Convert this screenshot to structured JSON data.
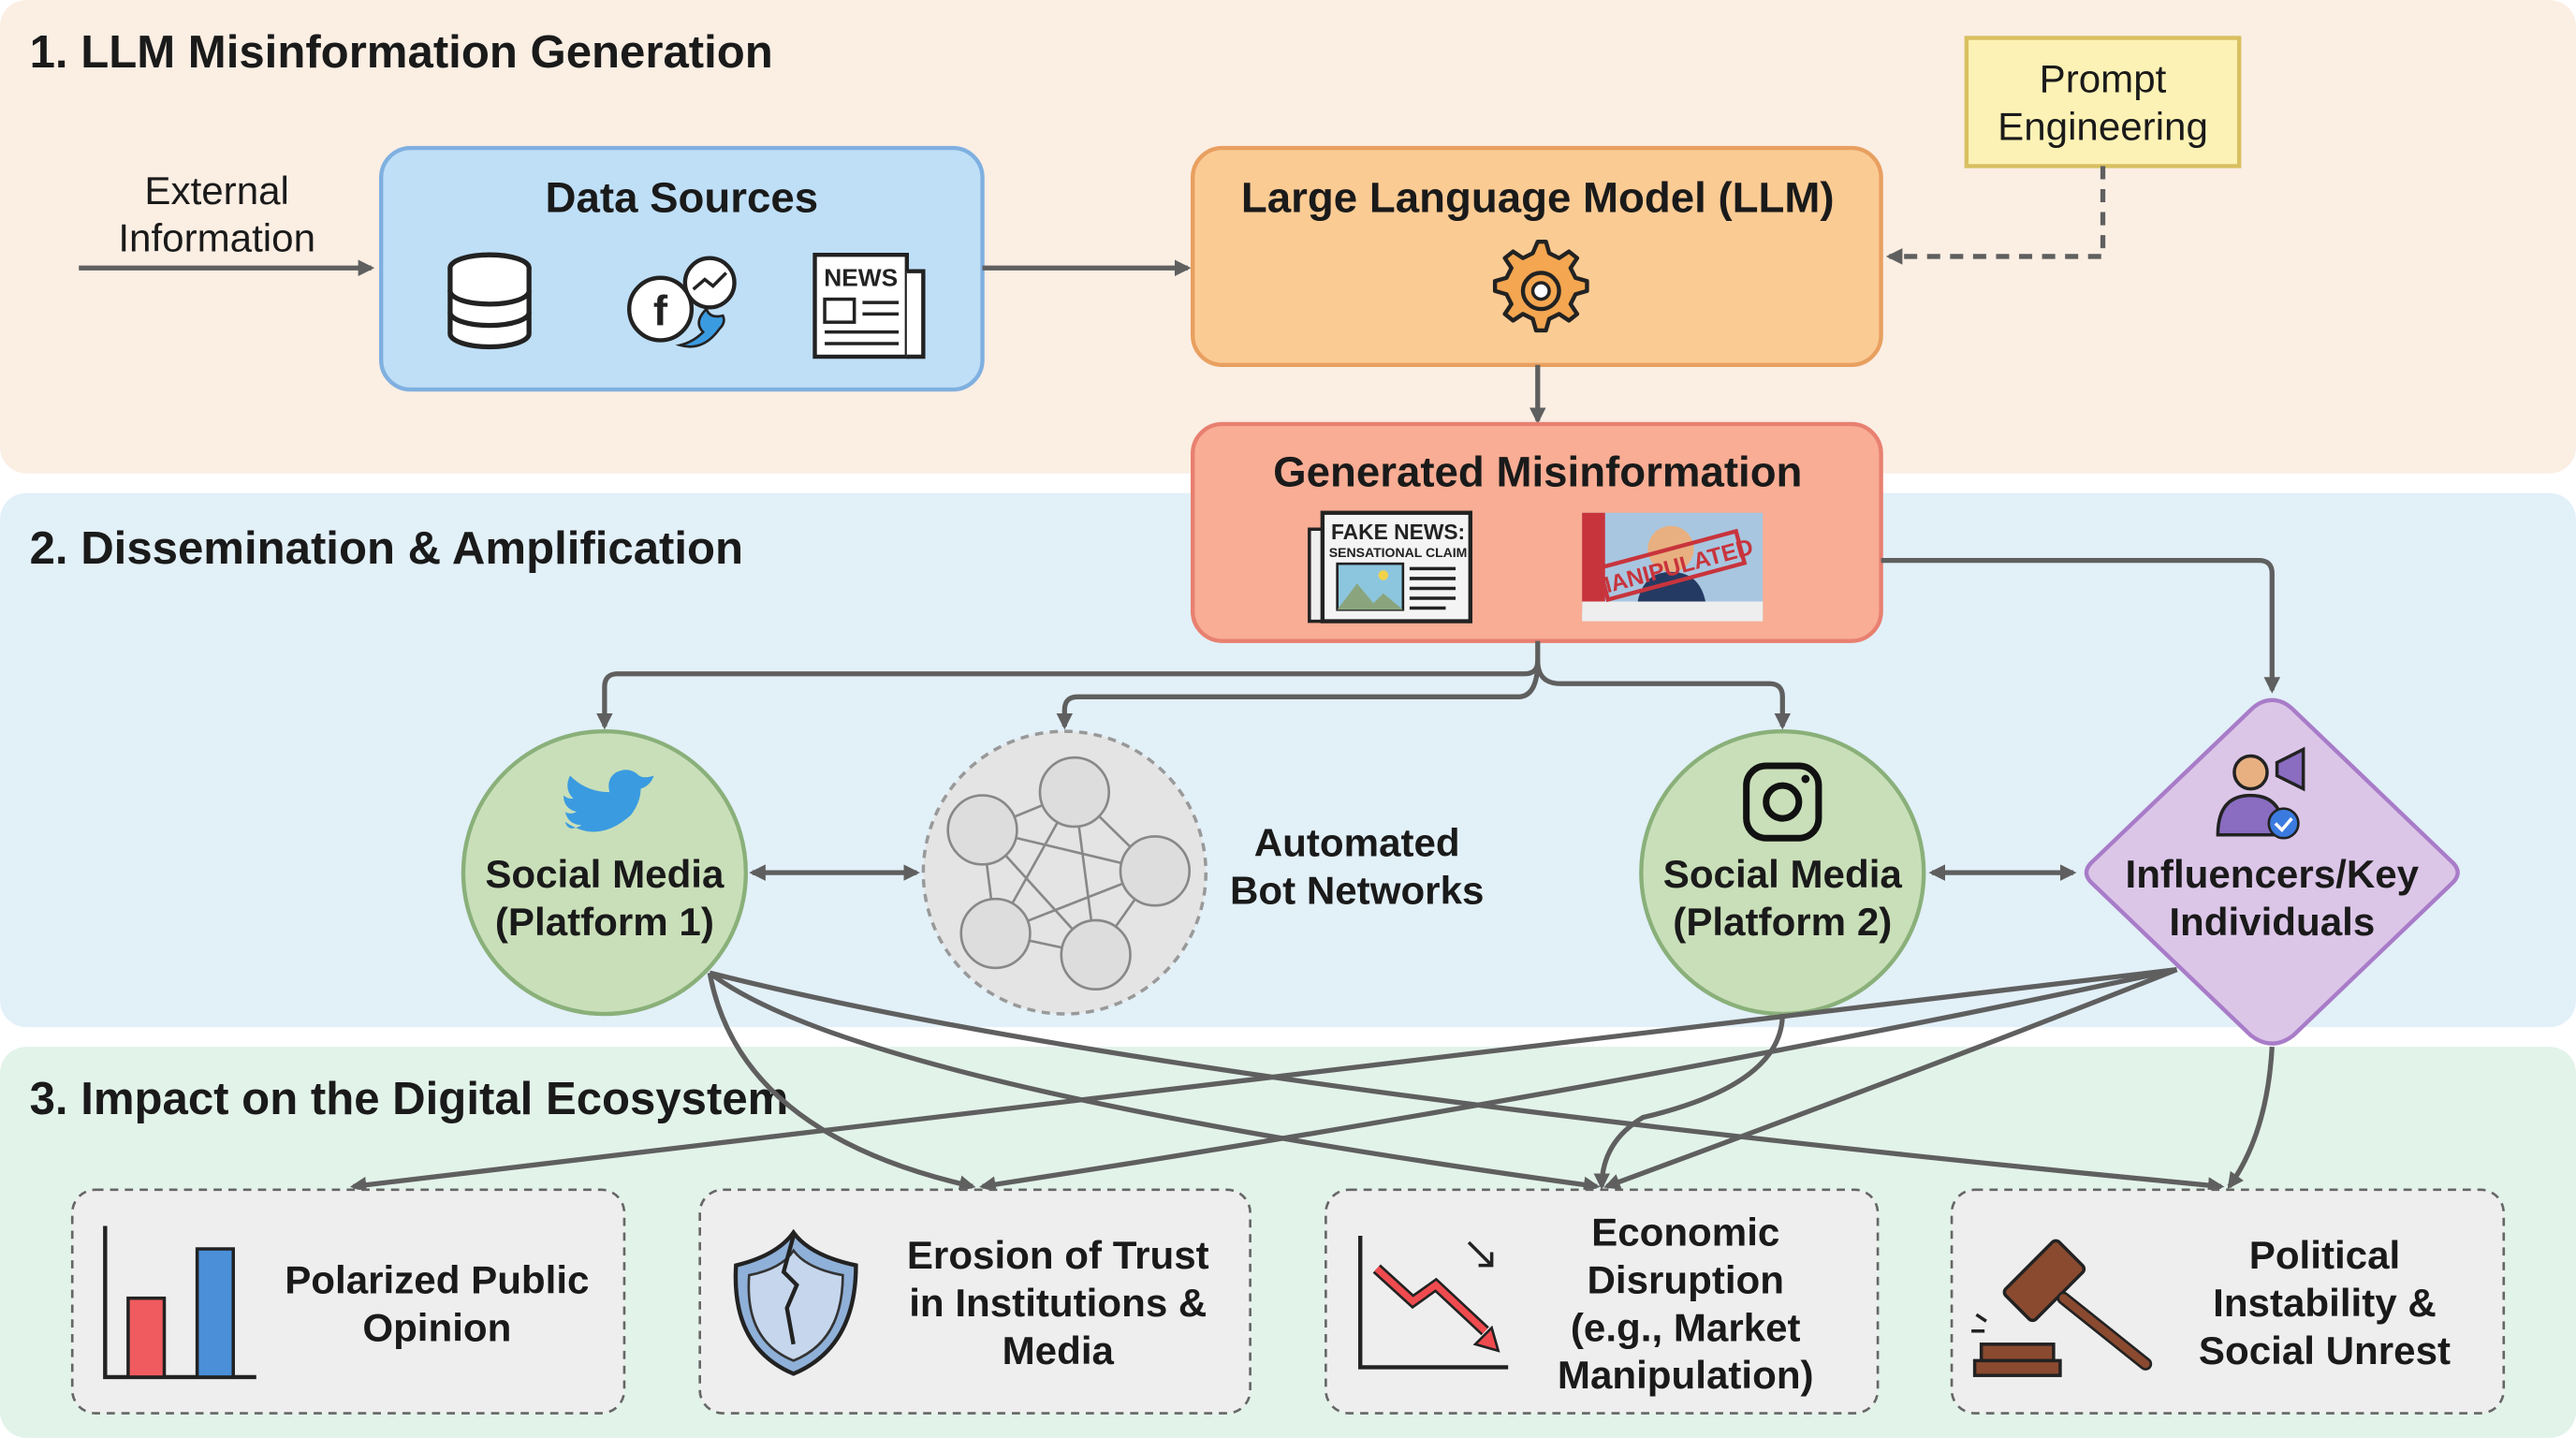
{
  "sections": [
    {
      "title": "1. LLM Misinformation Generation",
      "color": "#fbeee3"
    },
    {
      "title": "2. Dissemination & Amplification",
      "color": "#e2f0f8"
    },
    {
      "title": "3. Impact on the Digital Ecosystem",
      "color": "#e2f3ea"
    }
  ],
  "generation": {
    "external": [
      "External",
      "Information"
    ],
    "data_sources": {
      "title": "Data Sources",
      "icons": [
        "database-icon",
        "social-media-icon",
        "newspaper-icon"
      ]
    },
    "llm": {
      "title": "Large Language Model (LLM)",
      "icon": "gear-icon"
    },
    "prompt": [
      "Prompt",
      "Engineering"
    ],
    "generated": {
      "title": "Generated Misinformation",
      "fake_news": [
        "FAKE NEWS:",
        "SENSATIONAL CLAIM"
      ],
      "stamp": "MANIPULATED"
    }
  },
  "dissemination": {
    "platform1": [
      "Social Media",
      "(Platform 1)"
    ],
    "bots": [
      "Automated",
      "Bot Networks"
    ],
    "platform2": [
      "Social Media",
      "(Platform 2)"
    ],
    "influencers": [
      "Influencers/Key",
      "Individuals"
    ]
  },
  "impacts": [
    {
      "lines": [
        "Polarized Public",
        "Opinion"
      ],
      "icon": "bar-chart-icon"
    },
    {
      "lines": [
        "Erosion of Trust",
        "in Institutions &",
        "Media"
      ],
      "icon": "broken-shield-icon"
    },
    {
      "lines": [
        "Economic",
        "Disruption",
        "(e.g., Market",
        "Manipulation)"
      ],
      "icon": "falling-chart-icon"
    },
    {
      "lines": [
        "Political",
        "Instability &",
        "Social Unrest"
      ],
      "icon": "gavel-icon"
    }
  ]
}
